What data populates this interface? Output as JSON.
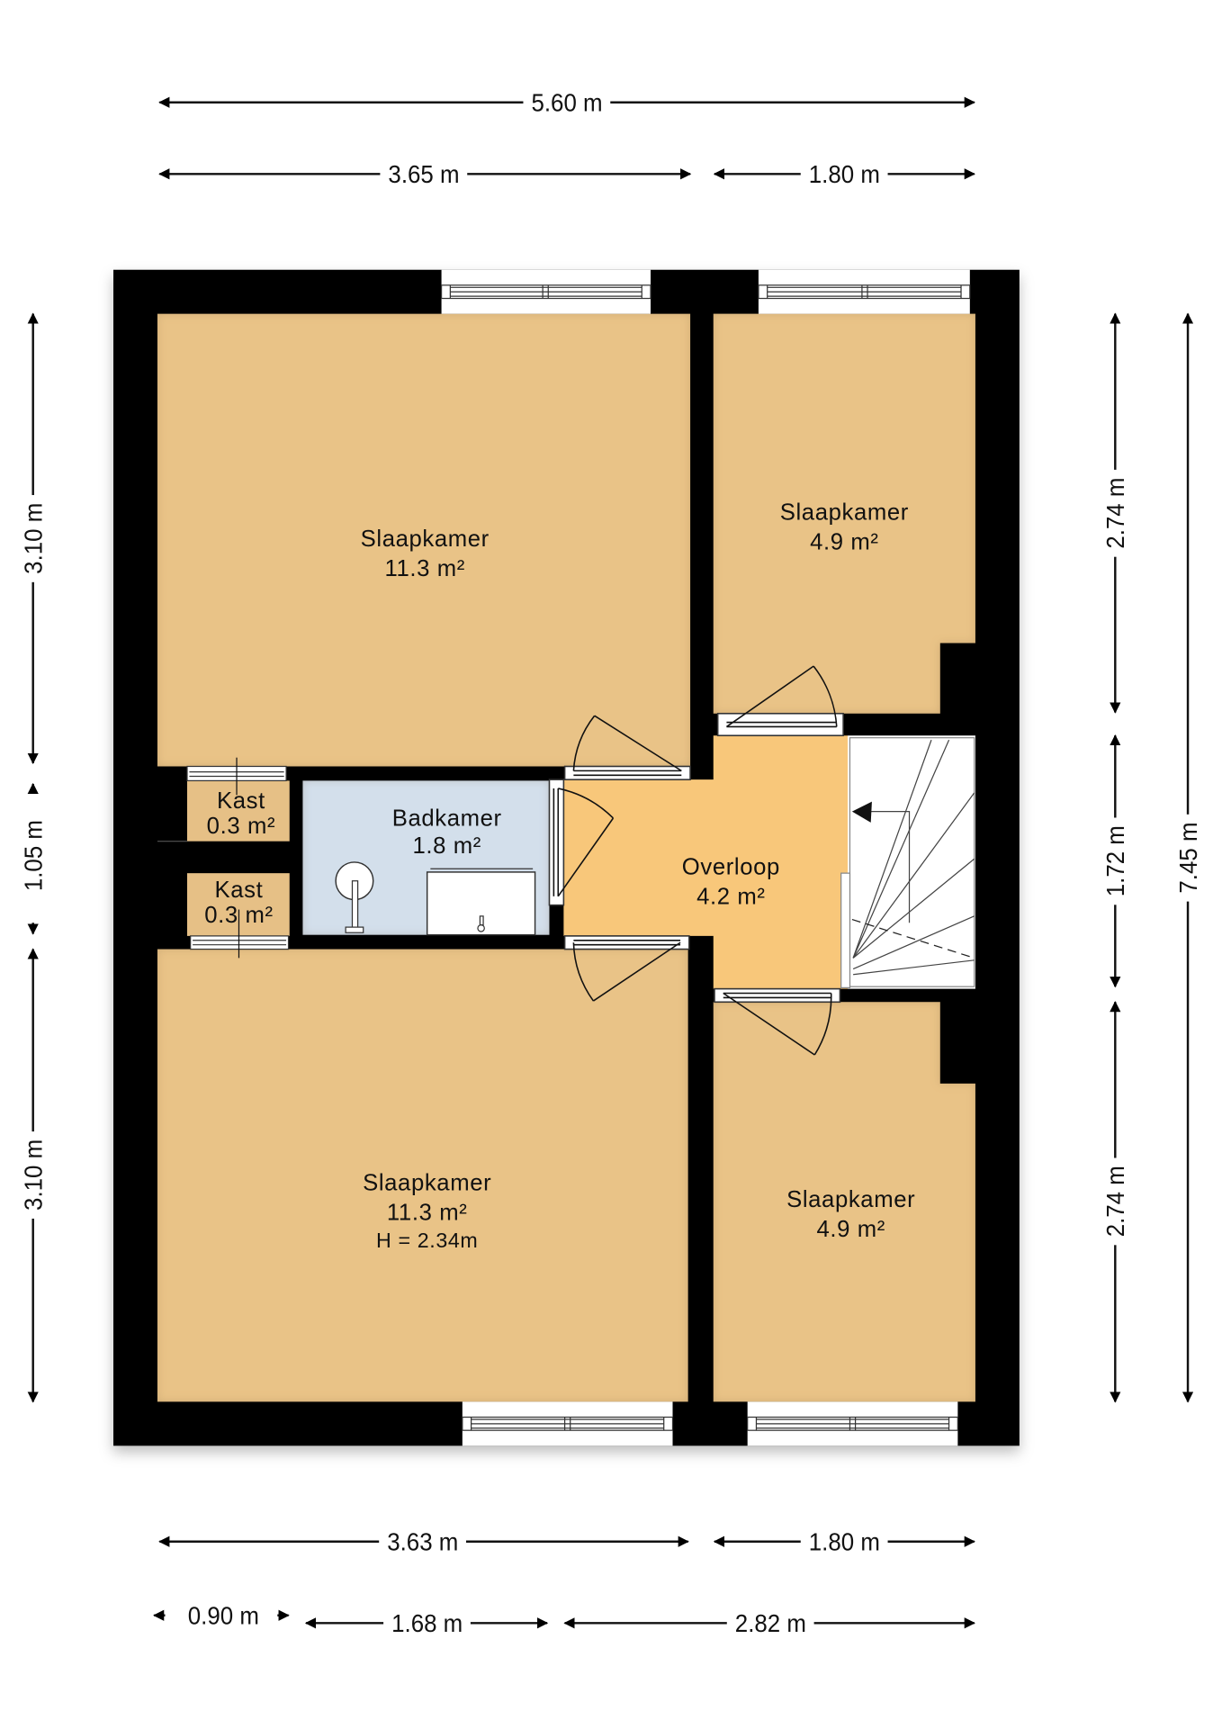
{
  "plan": {
    "colors": {
      "wall": "#000000",
      "bedroom": "#e9c387",
      "landing": "#f8c77a",
      "bathroom": "#d3dfeb",
      "closet": "#e6c086",
      "stairs": "#ffffff"
    },
    "rooms": [
      {
        "id": "bedroom-top-left",
        "name": "Slaapkamer",
        "area": "11.3 m²"
      },
      {
        "id": "bedroom-top-right",
        "name": "Slaapkamer",
        "area": "4.9 m²"
      },
      {
        "id": "closet-upper",
        "name": "Kast",
        "area": "0.3 m²"
      },
      {
        "id": "closet-lower",
        "name": "Kast",
        "area": "0.3 m²"
      },
      {
        "id": "bathroom",
        "name": "Badkamer",
        "area": "1.8 m²"
      },
      {
        "id": "landing",
        "name": "Overloop",
        "area": "4.2 m²"
      },
      {
        "id": "bedroom-bottom-left",
        "name": "Slaapkamer",
        "area": "11.3 m²",
        "height": "H = 2.34m"
      },
      {
        "id": "bedroom-bottom-right",
        "name": "Slaapkamer",
        "area": "4.9 m²"
      }
    ],
    "dimensions": {
      "top": [
        {
          "label": "5.60 m"
        },
        {
          "label": "3.65 m"
        },
        {
          "label": "1.80 m"
        }
      ],
      "bottom": [
        {
          "label": "3.63 m"
        },
        {
          "label": "1.80 m"
        },
        {
          "label": "0.90 m"
        },
        {
          "label": "1.68 m"
        },
        {
          "label": "2.82 m"
        }
      ],
      "left": [
        {
          "label": "3.10 m"
        },
        {
          "label": "1.05 m"
        },
        {
          "label": "3.10 m"
        }
      ],
      "right": [
        {
          "label": "2.74 m"
        },
        {
          "label": "1.72 m"
        },
        {
          "label": "2.74 m"
        },
        {
          "label": "7.45 m"
        }
      ]
    }
  }
}
